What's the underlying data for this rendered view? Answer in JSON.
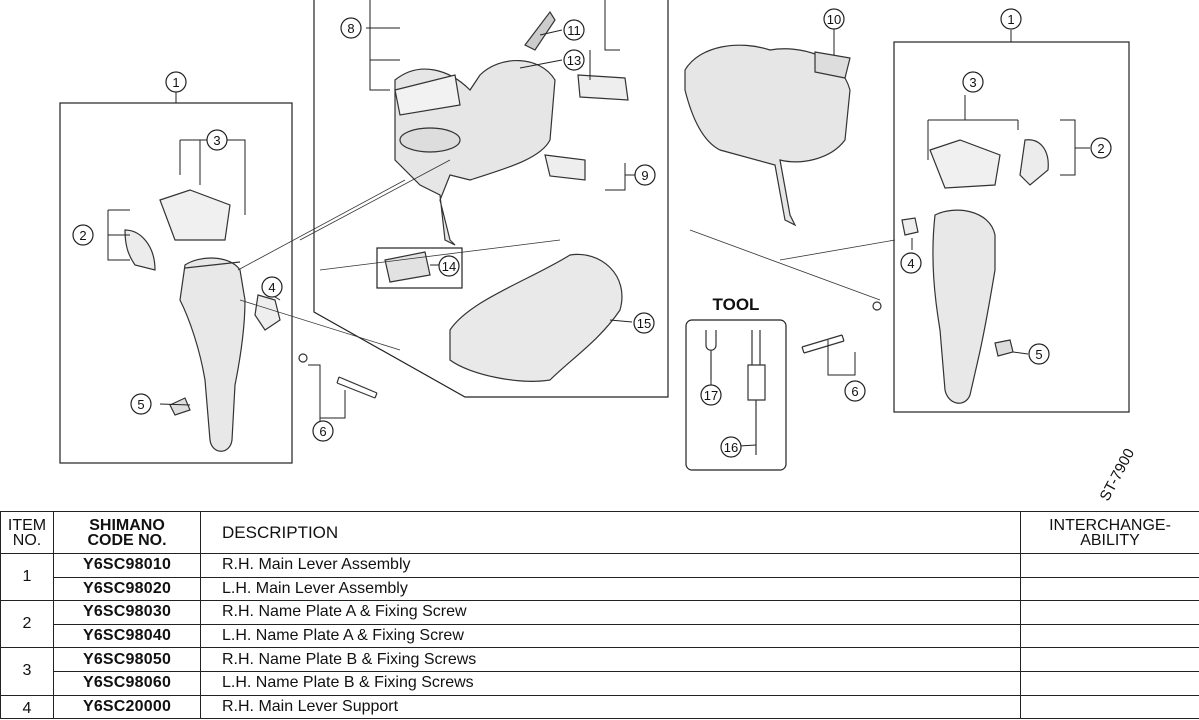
{
  "diagram": {
    "tool_label": "TOOL",
    "model_label": "ST-7900",
    "callouts": [
      "1",
      "2",
      "3",
      "4",
      "5",
      "6",
      "8",
      "9",
      "10",
      "11",
      "13",
      "14",
      "15",
      "16",
      "17"
    ]
  },
  "table": {
    "headers": {
      "item_line1": "ITEM",
      "item_line2": "NO.",
      "code_line1": "SHIMANO",
      "code_line2": "CODE NO.",
      "description": "DESCRIPTION",
      "inter_line1": "INTERCHANGE-",
      "inter_line2": "ABILITY"
    },
    "rows": [
      {
        "item": "1",
        "code": "Y6SC98010",
        "description": "R.H. Main Lever Assembly",
        "interchangeability": ""
      },
      {
        "item": "",
        "code": "Y6SC98020",
        "description": "L.H. Main Lever Assembly",
        "interchangeability": ""
      },
      {
        "item": "2",
        "code": "Y6SC98030",
        "description": "R.H. Name Plate A & Fixing Screw",
        "interchangeability": ""
      },
      {
        "item": "",
        "code": "Y6SC98040",
        "description": "L.H. Name Plate A & Fixing Screw",
        "interchangeability": ""
      },
      {
        "item": "3",
        "code": "Y6SC98050",
        "description": "R.H. Name Plate B & Fixing Screws",
        "interchangeability": ""
      },
      {
        "item": "",
        "code": "Y6SC98060",
        "description": "L.H. Name Plate B & Fixing Screws",
        "interchangeability": ""
      },
      {
        "item": "4",
        "code": "Y6SC20000",
        "description": "R.H. Main Lever Support",
        "interchangeability": ""
      }
    ]
  }
}
